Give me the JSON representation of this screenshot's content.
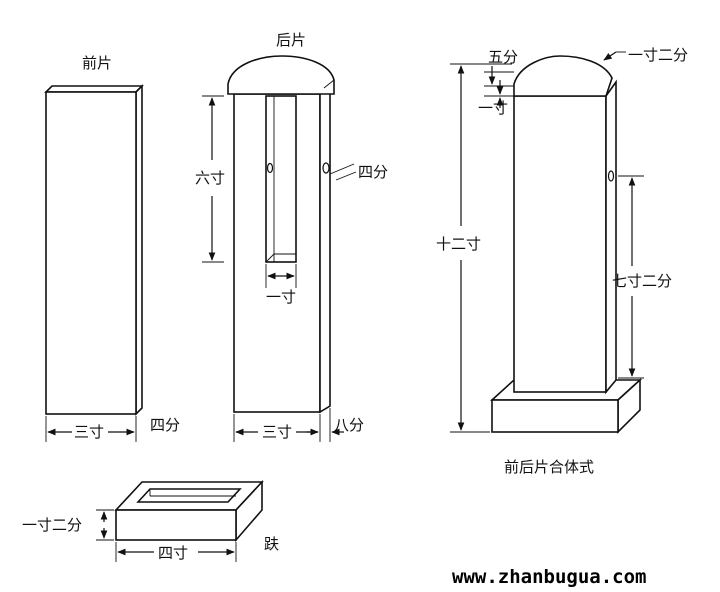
{
  "labels": {
    "front_piece": "前片",
    "back_piece": "后片",
    "combined": "前后片合体式",
    "base": "趺"
  },
  "dimensions": {
    "front_width": "三寸",
    "front_thickness": "四分",
    "slot_height": "六寸",
    "hole_depth": "四分",
    "slot_width": "一寸",
    "back_width": "三寸",
    "back_thickness": "八分",
    "cap_height": "五分",
    "cap_overhang": "一寸二分",
    "cap_top": "一寸",
    "total_height": "十二寸",
    "hole_to_base": "七寸二分",
    "base_height": "一寸二分",
    "base_width": "四寸"
  },
  "colors": {
    "line": "#111111",
    "background": "#ffffff"
  },
  "watermark": "www.zhanbugua.com"
}
